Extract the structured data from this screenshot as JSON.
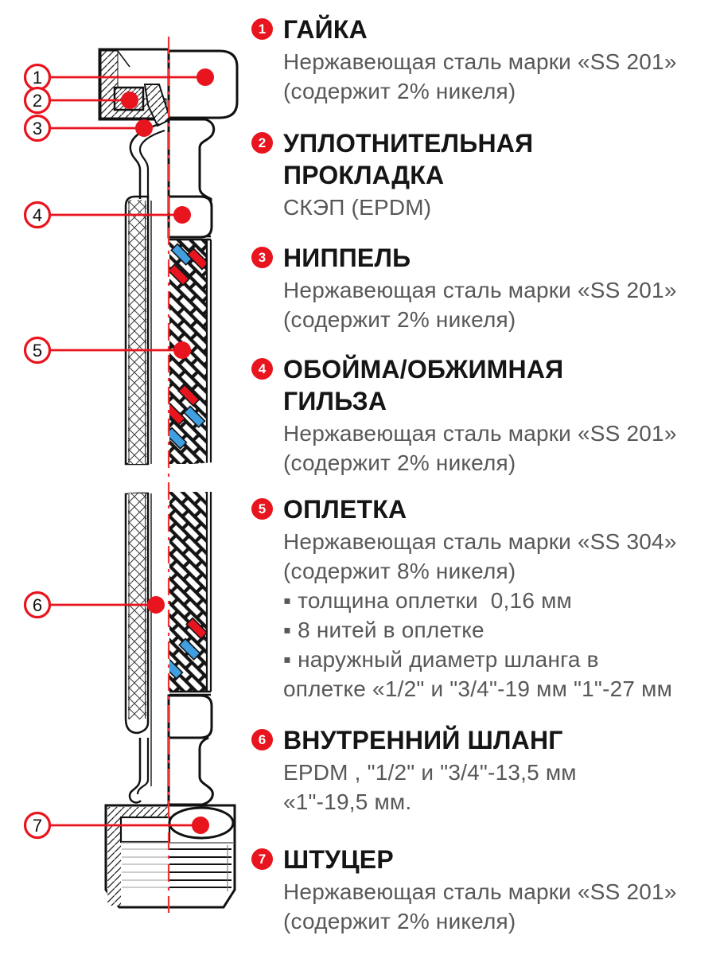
{
  "colors": {
    "red": "#e8141e",
    "blue": "#3f9fe0",
    "ink": "#151515",
    "gray_text": "#58585a"
  },
  "legend": {
    "items": [
      {
        "num": "1",
        "title_lines": [
          "ГАЙКА"
        ],
        "desc_lines": [
          "Нержавеющая сталь марки «SS 201»",
          "(содержит 2% никеля)"
        ]
      },
      {
        "num": "2",
        "title_lines": [
          "УПЛОТНИТЕЛЬНАЯ",
          "ПРОКЛАДКА"
        ],
        "desc_lines": [
          "СКЭП (EPDM)"
        ]
      },
      {
        "num": "3",
        "title_lines": [
          "НИППЕЛЬ"
        ],
        "desc_lines": [
          "Нержавеющая сталь марки «SS 201»",
          "(содержит 2% никеля)"
        ]
      },
      {
        "num": "4",
        "title_lines": [
          "ОБОЙМА/ОБЖИМНАЯ",
          "ГИЛЬЗА"
        ],
        "desc_lines": [
          "Нержавеющая сталь марки «SS 201»",
          "(содержит 2% никеля)"
        ]
      },
      {
        "num": "5",
        "title_lines": [
          "ОПЛЕТКА"
        ],
        "desc_lines": [
          "Нержавеющая сталь марки «SS 304»",
          "(содержит 8% никеля)",
          "▪ толщина оплетки  0,16 мм",
          "▪ 8 нитей в оплетке",
          "▪ наружный диаметр шланга в",
          "оплетке «1/2\" и \"3/4\"-19 мм \"1\"-27 мм"
        ]
      },
      {
        "num": "6",
        "title_lines": [
          "ВНУТРЕННИЙ ШЛАНГ"
        ],
        "desc_lines": [
          "EPDM , \"1/2\" и \"3/4\"-13,5 мм",
          "«1\"-19,5 мм."
        ]
      },
      {
        "num": "7",
        "title_lines": [
          "ШТУЦЕР"
        ],
        "desc_lines": [
          "Нержавеющая сталь марки «SS 201»",
          "(содержит 2% никеля)"
        ]
      }
    ]
  }
}
